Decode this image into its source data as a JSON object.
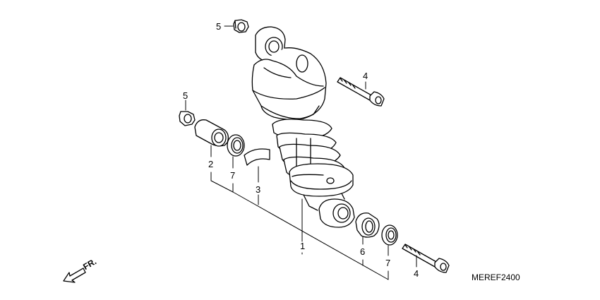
{
  "diagram": {
    "callouts": [
      {
        "id": "c5a",
        "text": "5"
      },
      {
        "id": "c4a",
        "text": "4"
      },
      {
        "id": "c5b",
        "text": "5"
      },
      {
        "id": "c2",
        "text": "2"
      },
      {
        "id": "c7a",
        "text": "7"
      },
      {
        "id": "c3",
        "text": "3"
      },
      {
        "id": "c1",
        "text": "1"
      },
      {
        "id": "c6",
        "text": "6"
      },
      {
        "id": "c7b",
        "text": "7"
      },
      {
        "id": "c4b",
        "text": "4"
      }
    ],
    "diagram_code": "MEREF2400",
    "direction_label": "FR."
  }
}
